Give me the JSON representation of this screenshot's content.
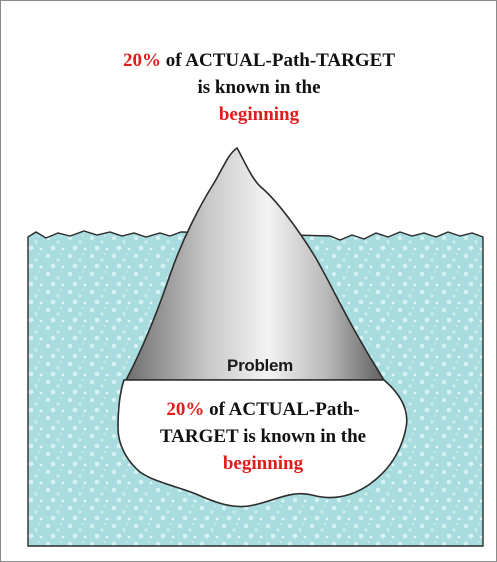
{
  "top_caption": {
    "percent": "20%",
    "middle": " of ACTUAL-Path-TARGET is known in the",
    "end": "beginning"
  },
  "iceberg_label": "Problem",
  "bottom_caption": {
    "percent": "20%",
    "middle": " of ACTUAL-Path-TARGET is known in the",
    "end": "beginning"
  },
  "colors": {
    "water": "#a8dcdf",
    "water_dots": "#d6f1f1",
    "water_edge": "#2b2b2b",
    "ice_light": "#f2f2f2",
    "ice_dark": "#6e6e6e",
    "highlight": "#e31b1b"
  }
}
